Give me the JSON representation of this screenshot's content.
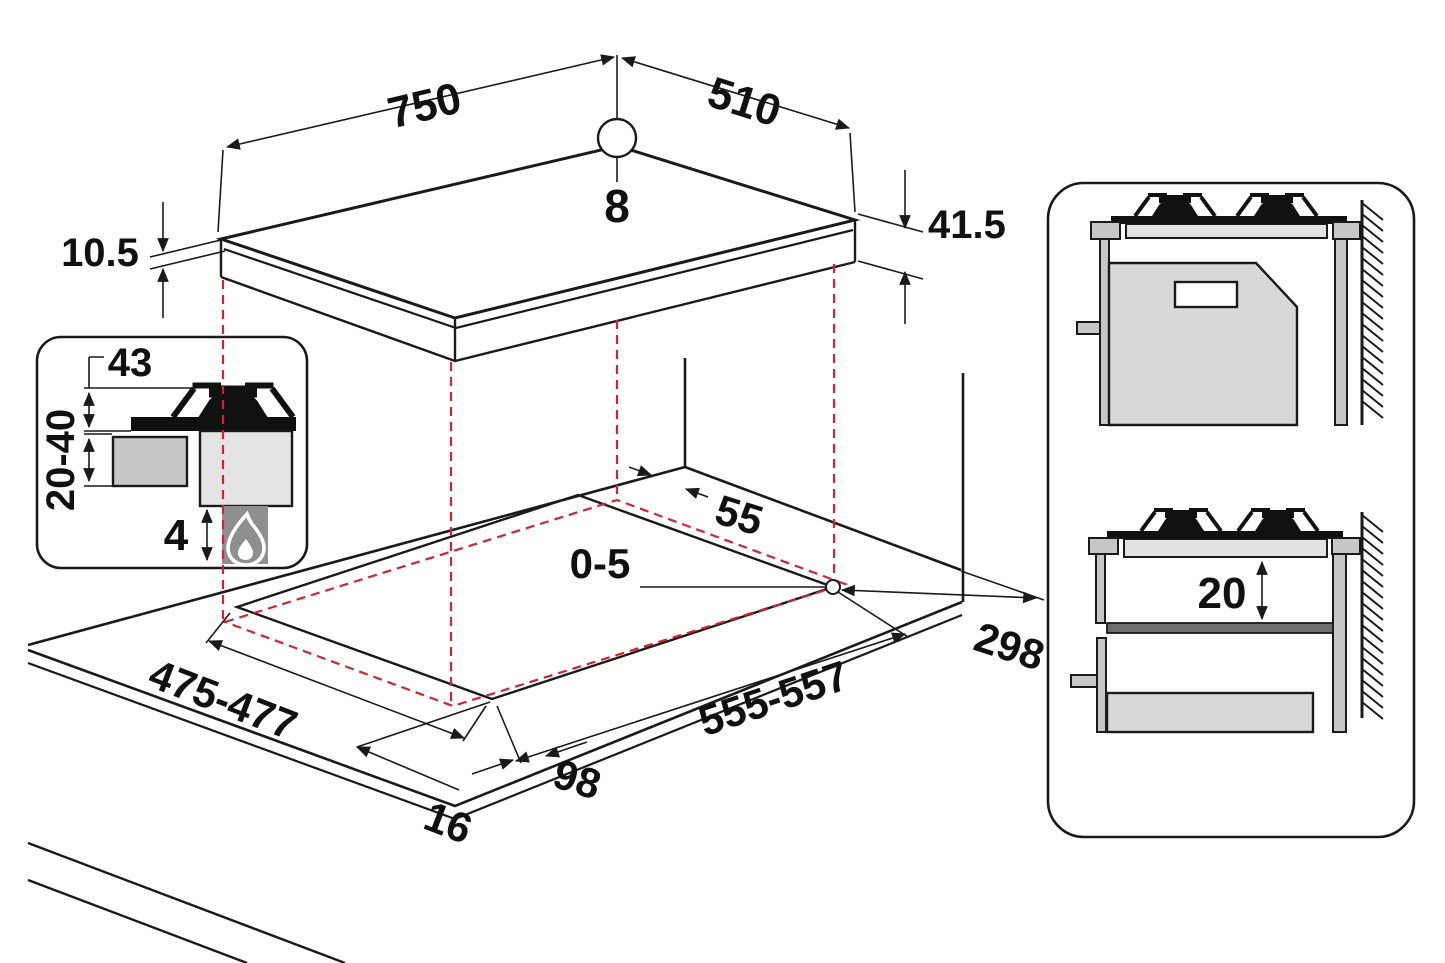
{
  "figure": {
    "kind": "gas-hob-installation-diagram",
    "units": "mm"
  },
  "colors": {
    "line": "#1a1a1a",
    "projection_red": "#cf2433",
    "glass_gray": "#e2e2e2",
    "cabinet_gray": "#c7c7c7",
    "dark_gray": "#8f8f8f",
    "shelf_gray": "#6e6e6e",
    "oven_gray": "#d8d8d8"
  },
  "hob_view": {
    "width_label": "750",
    "depth_label": "510",
    "center_offset_label": "8",
    "body_height_label": "41.5",
    "glass_thickness_label": "10.5"
  },
  "section_inset": {
    "grate_height_label": "43",
    "worktop_thickness_label": "20-40",
    "bottom_gap_label": "4",
    "icon": "flame-icon"
  },
  "cutout_view": {
    "back_clearance_label": "55",
    "corner_tolerance_label": "0-5",
    "cutout_width_label": "555-557",
    "cutout_depth_label": "475-477",
    "front_clearance_small_label": "16",
    "front_clearance_large_label": "98",
    "side_clearance_label": "298"
  },
  "side_panels": {
    "shelf_gap_label": "20"
  }
}
